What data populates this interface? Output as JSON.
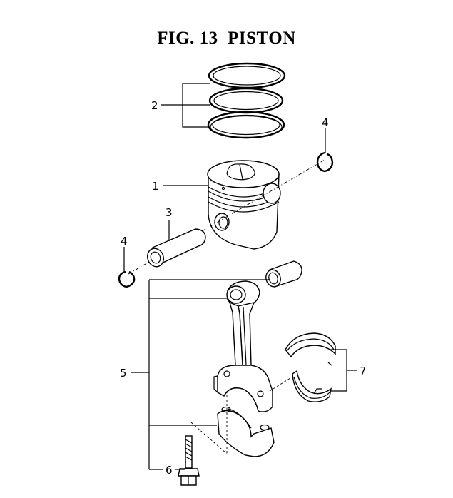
{
  "title": "FIG. 13  PISTON",
  "callouts": {
    "c1": "1",
    "c2": "2",
    "c3": "3",
    "c4a": "4",
    "c4b": "4",
    "c5": "5",
    "c6": "6",
    "c7": "7"
  }
}
